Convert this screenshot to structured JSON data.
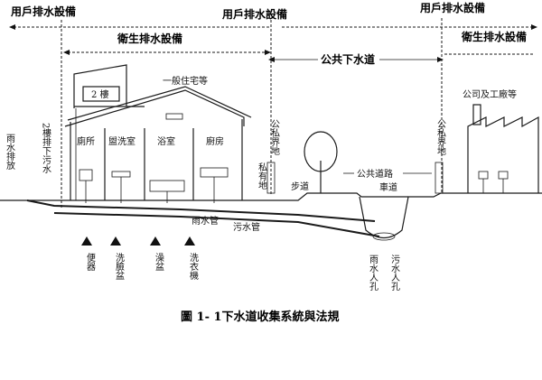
{
  "headers": {
    "user_drainage_left": "用戶排水設備",
    "user_drainage_mid": "用戶排水設備",
    "user_drainage_right": "用戶排水設備",
    "sanitary_left": "衛生排水設備",
    "sanitary_right": "衛生排水設備",
    "public_sewer": "公共下水道"
  },
  "labels": {
    "ordinary_house": "一般住宅等",
    "second_floor": "2 樓",
    "second_floor_drain": "2樓排下污水",
    "rain_drain_left": "雨水排放",
    "toilet_room": "廁所",
    "washroom": "盥洗室",
    "bathroom": "浴室",
    "kitchen": "廚房",
    "public_private_boundary_left": "公私界地",
    "private_land": "私有地",
    "sidewalk": "步道",
    "public_road": "公共道路",
    "roadway": "車道",
    "public_private_boundary_right": "公私界地",
    "factory": "公司及工廠等",
    "rainwater_pipe": "雨水管",
    "sewage_pipe": "污水管",
    "rainwater_manhole": "雨水人孔",
    "sewage_manhole": "污水人孔",
    "toilet_bowl": "便器",
    "wash_basin": "洗臉盆",
    "bathtub": "澡盆",
    "washing_machine": "洗衣機"
  },
  "caption": "圖 1- 1下水道收集系統與法規"
}
